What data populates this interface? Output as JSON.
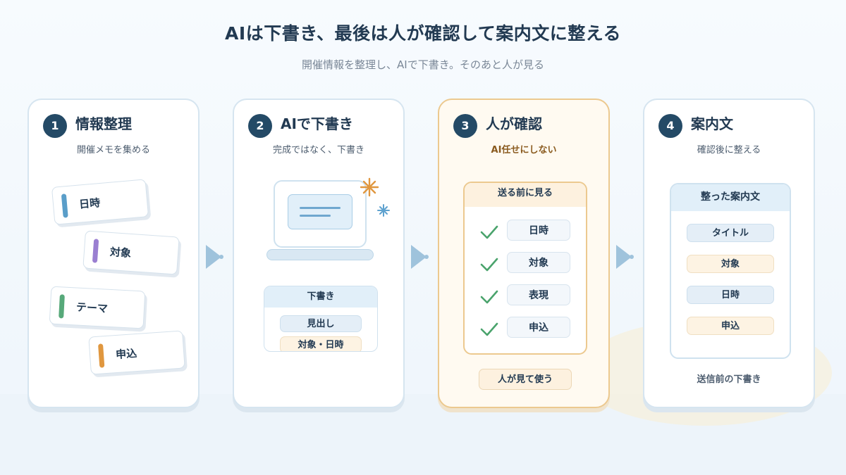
{
  "title": "AIは下書き、最後は人が確認して案内文に整える",
  "subtitle": "開催情報を整理し、AIで下書き。そのあと人が見る",
  "colors": {
    "navy": "#244a66",
    "accent_orange": "#e0973f",
    "check_green": "#4aa36c",
    "card_border": "#d6e5f0",
    "highlight_border": "#ecc98f"
  },
  "steps": [
    {
      "number": "1",
      "title": "情報整理",
      "subtitle": "開催メモを集める",
      "notes": [
        {
          "label": "日時",
          "color": "#5a9ec9"
        },
        {
          "label": "対象",
          "color": "#9a7fd1"
        },
        {
          "label": "テーマ",
          "color": "#57a97a"
        },
        {
          "label": "申込",
          "color": "#e0973f"
        }
      ]
    },
    {
      "number": "2",
      "title": "AIで下書き",
      "subtitle": "完成ではなく、下書き",
      "icons": [
        "monitor-icon",
        "sparkle-icon"
      ],
      "draft": {
        "header": "下書き",
        "items": [
          "見出し",
          "対象・日時"
        ]
      }
    },
    {
      "number": "3",
      "title": "人が確認",
      "subtitle": "AI任せにしない",
      "checklist": {
        "header": "送る前に見る",
        "items": [
          "日時",
          "対象",
          "表現",
          "申込"
        ]
      },
      "button": "人が見て使う"
    },
    {
      "number": "4",
      "title": "案内文",
      "subtitle": "確認後に整える",
      "final": {
        "header": "整った案内文",
        "items": [
          "タイトル",
          "対象",
          "日時",
          "申込"
        ]
      },
      "footer": "送信前の下書き"
    }
  ]
}
